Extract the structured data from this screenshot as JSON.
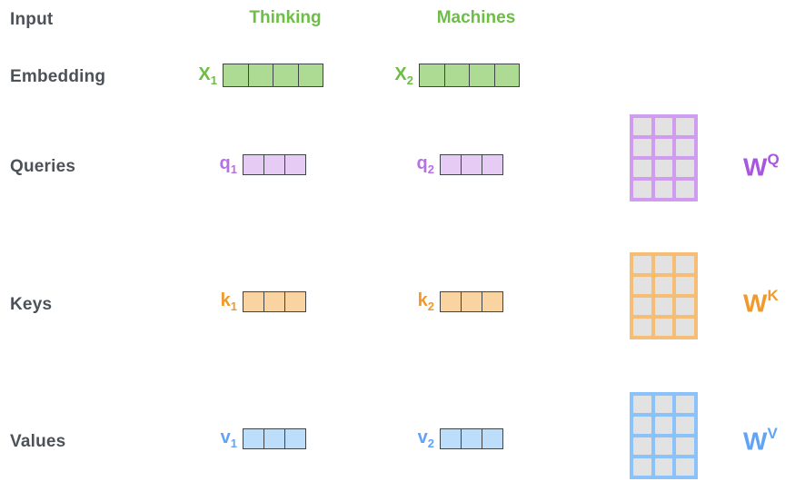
{
  "row_labels": [
    "Input",
    "Embedding",
    "Queries",
    "Keys",
    "Values"
  ],
  "words": [
    "Thinking",
    "Machines"
  ],
  "vectors": {
    "x1": {
      "base": "X",
      "sub": "1"
    },
    "x2": {
      "base": "X",
      "sub": "2"
    },
    "q1": {
      "base": "q",
      "sub": "1"
    },
    "q2": {
      "base": "q",
      "sub": "2"
    },
    "k1": {
      "base": "k",
      "sub": "1"
    },
    "k2": {
      "base": "k",
      "sub": "2"
    },
    "v1": {
      "base": "v",
      "sub": "1"
    },
    "v2": {
      "base": "v",
      "sub": "2"
    }
  },
  "matrices": [
    {
      "base": "W",
      "sup": "Q"
    },
    {
      "base": "W",
      "sup": "K"
    },
    {
      "base": "W",
      "sup": "V"
    }
  ],
  "dims": {
    "embedding_cells": 4,
    "qkv_cells": 3,
    "matrix_cells": 12,
    "matrix_cols": 3,
    "matrix_rows": 4
  },
  "colors": {
    "background": "#ffffff",
    "label": "#4c5258",
    "green-text": "#6cbe45",
    "green-fill": "#aedb94",
    "vec-border": "#3f4448",
    "purple-text": "#b671e4",
    "purple-w": "#a855e0",
    "purple-fill": "#e6cbf4",
    "purple-border": "#d09cf0",
    "orange-text": "#f09a2e",
    "orange-fill": "#fad4a0",
    "orange-border": "#f6bd74",
    "blue-text": "#61a3f5",
    "blue-fill": "#bcdefb",
    "blue-border": "#8ac2f9",
    "matrix-cell": "#e2e2e2"
  }
}
